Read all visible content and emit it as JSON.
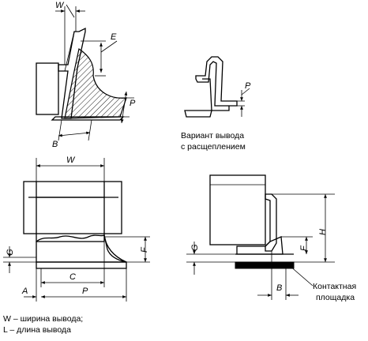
{
  "labels": {
    "W_top": "W",
    "E": "E",
    "P_top": "P",
    "B_top": "B",
    "P_variant": "P",
    "W_front": "W",
    "G_front": "G",
    "F_front": "F",
    "C": "C",
    "A": "A",
    "P_front": "P",
    "G_side": "G",
    "F_side": "F",
    "H": "H",
    "B_side": "B"
  },
  "captions": {
    "variant_line1": "Вариант вывода",
    "variant_line2": "с расщеплением",
    "contact_line1": "Контактная",
    "contact_line2": "площадка"
  },
  "legend": {
    "line1": "W – ширина вывода;",
    "line2": "L – длина вывода"
  }
}
